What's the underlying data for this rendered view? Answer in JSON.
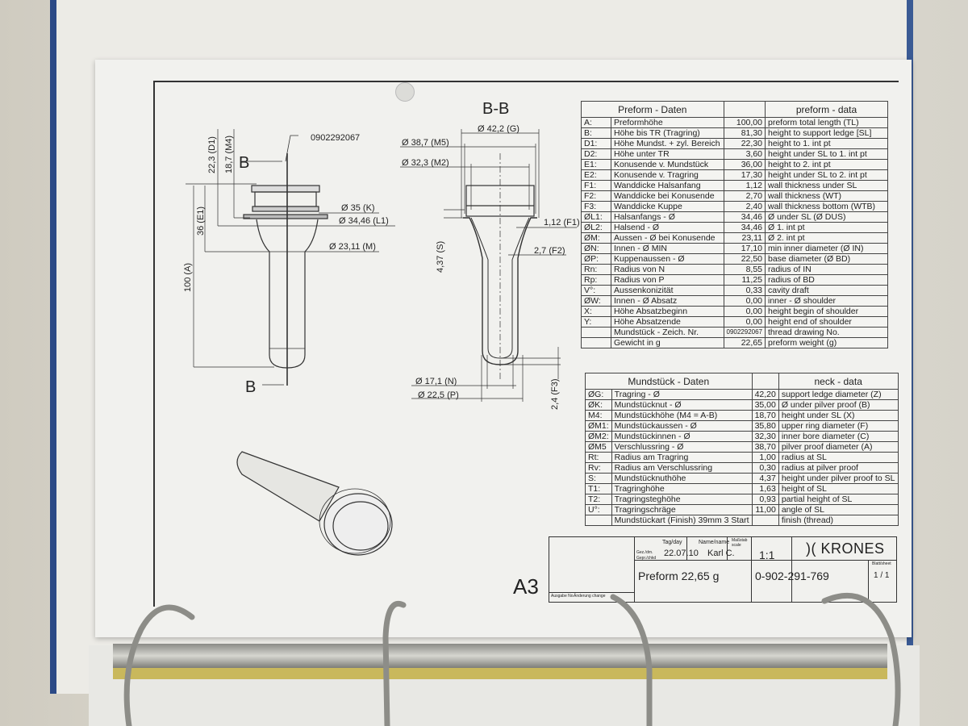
{
  "drawing": {
    "part_number_callout": "0902292067",
    "section_marker_top": "B",
    "section_marker_bottom": "B",
    "section_title": "B-B",
    "sheet_size": "A3",
    "left_view_dims": {
      "d1": "22,3 (D1)",
      "m4": "18,7 (M4)",
      "e1": "36 (E1)",
      "a": "100 (A)",
      "k": "Ø 35 (K)",
      "l1": "Ø 34,46 (L1)",
      "m": "Ø 23,11 (M)"
    },
    "section_dims": {
      "g": "Ø 42,2 (G)",
      "m5": "Ø 38,7 (M5)",
      "m2": "Ø 32,3 (M2)",
      "f1": "1,12 (F1)",
      "f2": "2,7 (F2)",
      "s": "4,37 (S)",
      "n": "Ø 17,1 (N)",
      "p": "Ø 22,5 (P)",
      "f3": "2,4 (F3)"
    }
  },
  "preform_table": {
    "header_de": "Preform - Daten",
    "header_en": "preform - data",
    "rows": [
      {
        "code": "A:",
        "de": "Preformhöhe",
        "value": "100,00",
        "en": "preform total length (TL)"
      },
      {
        "code": "B:",
        "de": "Höhe bis TR (Tragring)",
        "value": "81,30",
        "en": "height to support ledge [SL]"
      },
      {
        "code": "D1:",
        "de": "Höhe Mundst. + zyl. Bereich",
        "value": "22,30",
        "en": "height to 1. int pt"
      },
      {
        "code": "D2:",
        "de": "Höhe unter TR",
        "value": "3,60",
        "en": "height under SL to 1. int pt"
      },
      {
        "code": "E1:",
        "de": "Konusende v. Mundstück",
        "value": "36,00",
        "en": "height to 2. int pt"
      },
      {
        "code": "E2:",
        "de": "Konusende v. Tragring",
        "value": "17,30",
        "en": "height under SL to 2. int pt"
      },
      {
        "code": "F1:",
        "de": "Wanddicke  Halsanfang",
        "value": "1,12",
        "en": "wall thickness under SL"
      },
      {
        "code": "F2:",
        "de": "Wanddicke bei Konusende",
        "value": "2,70",
        "en": "wall thickness (WT)"
      },
      {
        "code": "F3:",
        "de": "Wanddicke Kuppe",
        "value": "2,40",
        "en": "wall thickness bottom (WTB)"
      },
      {
        "code": "ØL1:",
        "de": "Halsanfangs - Ø",
        "value": "34,46",
        "en": "Ø under SL (Ø DUS)"
      },
      {
        "code": "ØL2:",
        "de": "Halsend - Ø",
        "value": "34,46",
        "en": "Ø 1. int pt"
      },
      {
        "code": "ØM:",
        "de": "Aussen - Ø bei Konusende",
        "value": "23,11",
        "en": "Ø 2. int pt"
      },
      {
        "code": "ØN:",
        "de": "Innen - Ø MIN",
        "value": "17,10",
        "en": "min inner diameter (Ø IN)"
      },
      {
        "code": "ØP:",
        "de": "Kuppenaussen - Ø",
        "value": "22,50",
        "en": "base diameter (Ø BD)"
      },
      {
        "code": "Rn:",
        "de": "Radius von N",
        "value": "8,55",
        "en": "radius of IN"
      },
      {
        "code": "Rp:",
        "de": "Radius von P",
        "value": "11,25",
        "en": "radius of BD"
      },
      {
        "code": "V°:",
        "de": "Aussenkonizität",
        "value": "0,33",
        "en": "cavity draft"
      },
      {
        "code": "ØW:",
        "de": "Innen - Ø Absatz",
        "value": "0,00",
        "en": "inner - Ø shoulder"
      },
      {
        "code": "X:",
        "de": "Höhe Absatzbeginn",
        "value": "0,00",
        "en": "height begin of shoulder"
      },
      {
        "code": "Y:",
        "de": "Höhe Absatzende",
        "value": "0,00",
        "en": "height end of shoulder"
      },
      {
        "code": "",
        "de": "Mundstück - Zeich. Nr.",
        "value": "0902292067",
        "en": "thread drawing No."
      },
      {
        "code": "",
        "de": "Gewicht in g",
        "value": "22,65",
        "en": "preform weight (g)"
      }
    ]
  },
  "neck_table": {
    "header_de": "Mundstück - Daten",
    "header_en": "neck - data",
    "rows": [
      {
        "code": "ØG:",
        "de": "Tragring - Ø",
        "value": "42,20",
        "en": "support ledge diameter (Z)"
      },
      {
        "code": "ØK:",
        "de": "Mundstücknut - Ø",
        "value": "35,00",
        "en": "Ø under pilver proof (B)"
      },
      {
        "code": "M4:",
        "de": "Mundstückhöhe (M4 = A-B)",
        "value": "18,70",
        "en": "height under SL (X)"
      },
      {
        "code": "ØM1:",
        "de": "Mundstückaussen - Ø",
        "value": "35,80",
        "en": "upper ring diameter (F)"
      },
      {
        "code": "ØM2:",
        "de": "Mundstückinnen - Ø",
        "value": "32,30",
        "en": "inner bore diameter (C)"
      },
      {
        "code": "ØM5",
        "de": "Verschlussring - Ø",
        "value": "38,70",
        "en": "pilver proof diameter (A)"
      },
      {
        "code": "Rt:",
        "de": "Radius am Tragring",
        "value": "1,00",
        "en": "radius at SL"
      },
      {
        "code": "Rv:",
        "de": "Radius am Verschlussring",
        "value": "0,30",
        "en": "radius at pilver proof"
      },
      {
        "code": "S:",
        "de": "Mundstücknuthöhe",
        "value": "4,37",
        "en": "height under pilver proof to SL"
      },
      {
        "code": "T1:",
        "de": "Tragringhöhe",
        "value": "1,63",
        "en": "height of SL"
      },
      {
        "code": "T2:",
        "de": "Tragringsteghöhe",
        "value": "0,93",
        "en": "partial height of SL"
      },
      {
        "code": "U°:",
        "de": "Tragringschräge",
        "value": "11,00",
        "en": "angle of SL"
      },
      {
        "code": "",
        "de": "Mundstückart (Finish)  39mm 3 Start",
        "value": "",
        "en": "finish (thread)"
      }
    ]
  },
  "title_block": {
    "day_label": "Tag/day",
    "name_label": "Name/name",
    "scale_label": "Maßstab scale",
    "drawn_label": "Gez./drn.",
    "checked_label": "Gepr./chkd",
    "date": "22.07.10",
    "name": "Karl C.",
    "scale": "1:1",
    "company": "KRONES",
    "title": "Preform 22,65 g",
    "drawing_number": "0-902-291-769",
    "sheet_label": "Blatt/sheet",
    "sheet": "1 / 1",
    "revision_label": "Ausgabe No.",
    "change_label": "Änderung change"
  }
}
